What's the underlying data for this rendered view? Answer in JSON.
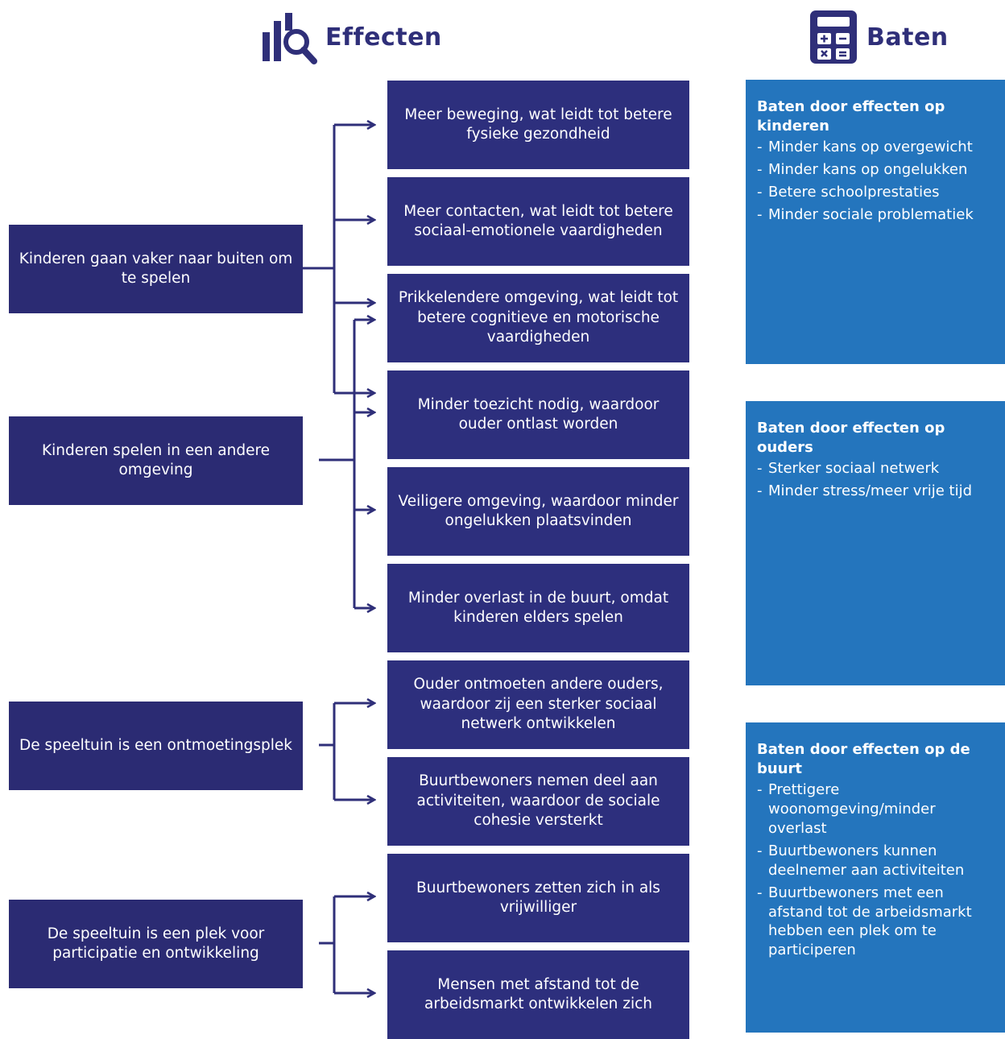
{
  "header": {
    "effects_title": "Effecten",
    "benefits_title": "Baten",
    "effects_icon": "magnifier-chart-icon",
    "benefits_icon": "calculator-icon"
  },
  "causes": [
    "Kinderen gaan vaker naar buiten om te spelen",
    "Kinderen spelen in een andere omgeving",
    "De speeltuin is een ontmoetingsplek",
    "De speeltuin is een plek voor participatie en ontwikkeling"
  ],
  "effects": [
    "Meer beweging, wat leidt tot betere fysieke gezondheid",
    "Meer contacten, wat leidt tot betere sociaal-emotionele vaardigheden",
    "Prikkelendere omgeving, wat leidt tot betere cognitieve en motorische vaardigheden",
    "Minder toezicht nodig, waardoor ouder ontlast worden",
    "Veiligere omgeving, waardoor minder ongelukken plaatsvinden",
    "Minder overlast in de buurt, omdat kinderen elders spelen",
    "Ouder ontmoeten andere ouders, waardoor zij een sterker sociaal netwerk ontwikkelen",
    "Buurtbewoners nemen deel aan activiteiten, waardoor de sociale cohesie versterkt",
    "Buurtbewoners zetten zich in als vrijwilliger",
    "Mensen met afstand tot de arbeidsmarkt ontwikkelen zich"
  ],
  "benefits": [
    {
      "title": "Baten door effecten op kinderen",
      "items": [
        "Minder kans op overgewicht",
        "Minder kans op ongelukken",
        "Betere schoolprestaties",
        "Minder sociale problematiek"
      ]
    },
    {
      "title": "Baten door effecten op ouders",
      "items": [
        "Sterker sociaal netwerk",
        "Minder stress/meer vrije tijd"
      ]
    },
    {
      "title": "Baten door effecten op de buurt",
      "items": [
        "Prettigere woonomgeving/minder overlast",
        "Buurtbewoners kunnen deelnemer aan activiteiten",
        "Buurtbewoners met een afstand tot de arbeidsmarkt hebben een plek om te participeren"
      ]
    }
  ],
  "colors": {
    "cause_box": "#2b2b73",
    "effect_box": "#2d2f7d",
    "benefit_box": "#2475bd",
    "connector": "#2f2f79",
    "header_text": "#2f2f79"
  }
}
